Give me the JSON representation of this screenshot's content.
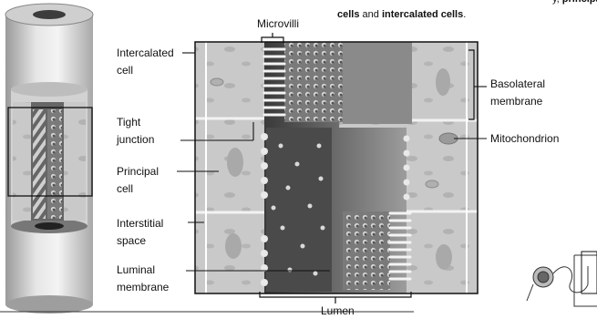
{
  "caption": {
    "cut_prefix": "y, ",
    "cut_word": "principal",
    "line2_part1": "cells",
    "line2_and": " and ",
    "line2_part2": "intercalated cells",
    "line2_end": "."
  },
  "labels": {
    "microvilli": "Microvilli",
    "intercalated_line1": "Intercalated",
    "intercalated_line2": "cell",
    "tight_line1": "Tight",
    "tight_line2": "junction",
    "principal_line1": "Principal",
    "principal_line2": "cell",
    "interstitial_line1": "Interstitial",
    "interstitial_line2": "space",
    "luminal_line1": "Luminal",
    "luminal_line2": "membrane",
    "basolateral_line1": "Basolateral",
    "basolateral_line2": "membrane",
    "mitochondrion": "Mitochondrion",
    "lumen": "Lumen"
  }
}
